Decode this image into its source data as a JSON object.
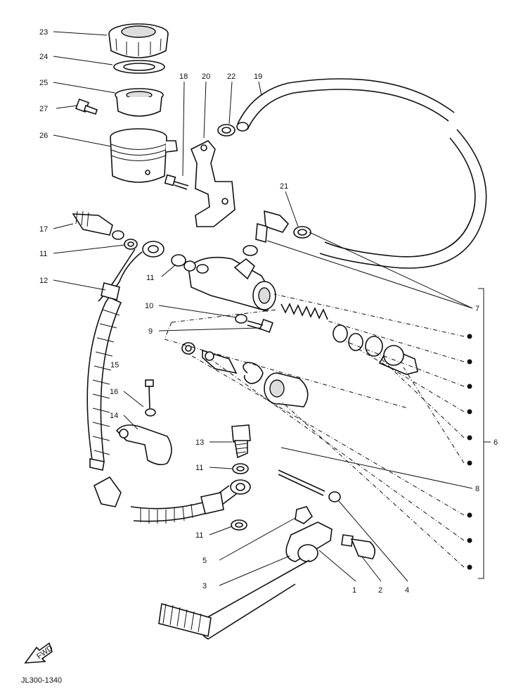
{
  "diagram": {
    "code": "JL300-1340",
    "fwd_label": "FWD",
    "labels": {
      "l1": "1",
      "l2": "2",
      "l3": "3",
      "l4": "4",
      "l5": "5",
      "l6": "6",
      "l7": "7",
      "l8": "8",
      "l9": "9",
      "l10": "10",
      "l11a": "11",
      "l11b": "11",
      "l11c": "11",
      "l11d": "11",
      "l12": "12",
      "l13": "13",
      "l14": "14",
      "l15": "15",
      "l16": "16",
      "l17": "17",
      "l18": "18",
      "l19": "19",
      "l20": "20",
      "l21": "21",
      "l22": "22",
      "l23": "23",
      "l24": "24",
      "l25": "25",
      "l26": "26",
      "l27": "27"
    }
  }
}
